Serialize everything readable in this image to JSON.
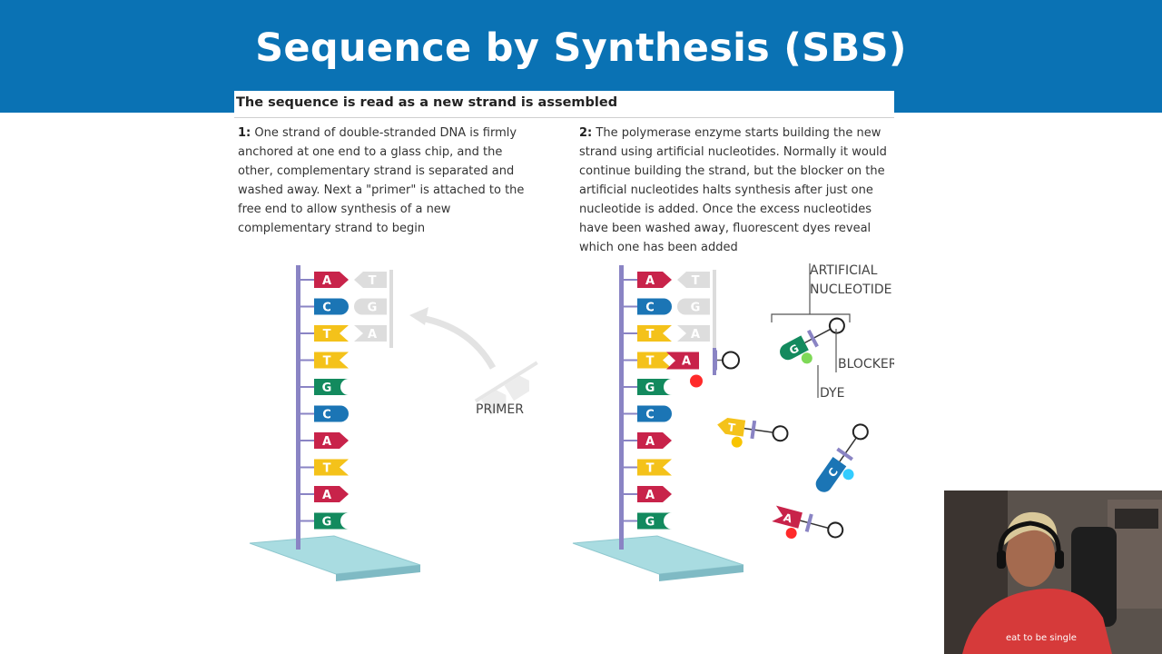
{
  "slide": {
    "title": "Sequence by Synthesis (SBS)",
    "header_color": "#0a72b4"
  },
  "figure": {
    "heading": "The sequence is read as a new strand is assembled",
    "step1": {
      "number": "1:",
      "text": "One strand of double-stranded DNA is firmly anchored at one end to a glass chip, and the other, complementary strand is separated and washed away. Next a \"primer\" is attached to the free end to allow synthesis of a new complementary strand to begin"
    },
    "step2": {
      "number": "2:",
      "text": "The polymerase enzyme starts building the new strand using artificial nucleotides. Normally it would continue building the strand, but the blocker on the artificial nucleotides halts synthesis after just one nucleotide is added. Once the excess nucleotides have been washed away, fluorescent dyes reveal which one has been added"
    },
    "labels": {
      "primer": "PRIMER",
      "artificial_nucleotide_line1": "ARTIFICIAL",
      "artificial_nucleotide_line2": "NUCLEOTIDE",
      "blocker": "BLOCKER",
      "dye": "DYE"
    },
    "template_sequence": [
      "A",
      "C",
      "T",
      "T",
      "G",
      "C",
      "A",
      "T",
      "A",
      "G"
    ],
    "primer_sequence": [
      "T",
      "G",
      "A"
    ],
    "added_base": "A",
    "free_nucleotides": [
      "G",
      "T",
      "C",
      "A"
    ],
    "base_colors": {
      "A": "#c8234a",
      "C": "#1b75b5",
      "T": "#f4c21a",
      "G": "#138a5e"
    },
    "dye_colors": {
      "A": "#ff2a2a",
      "T": "#f8c400",
      "C": "#33ccff",
      "G": "#7ed957"
    },
    "backbone_color": "#8a84c4",
    "chip_color": "#a9dce1"
  },
  "webcam": {
    "shirt_text": "eat to be single"
  }
}
